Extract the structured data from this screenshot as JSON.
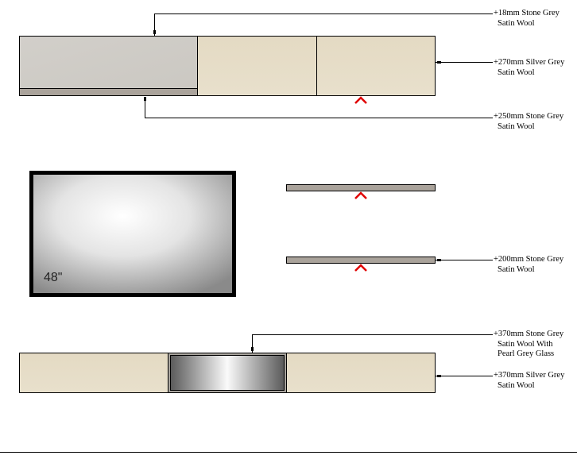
{
  "tv": {
    "size_label": "48\""
  },
  "callouts": [
    {
      "line1": "+18mm Stone Grey",
      "line2": "Satin Wool"
    },
    {
      "line1": "+270mm Silver Grey",
      "line2": "Satin Wool"
    },
    {
      "line1": "+250mm Stone Grey",
      "line2": "Satin Wool"
    },
    {
      "line1": "+200mm Stone Grey",
      "line2": "Satin Wool"
    },
    {
      "line1": "+370mm Stone Grey",
      "line2": "Satin Wool With",
      "line3": "Pearl Grey Glass"
    },
    {
      "line1": "+370mm Silver Grey",
      "line2": "Satin Wool"
    }
  ],
  "colors": {
    "stone": "#cfccc6",
    "silver": "#e6dcc6",
    "shelf": "#aaa39b",
    "marker": "#e00000"
  }
}
